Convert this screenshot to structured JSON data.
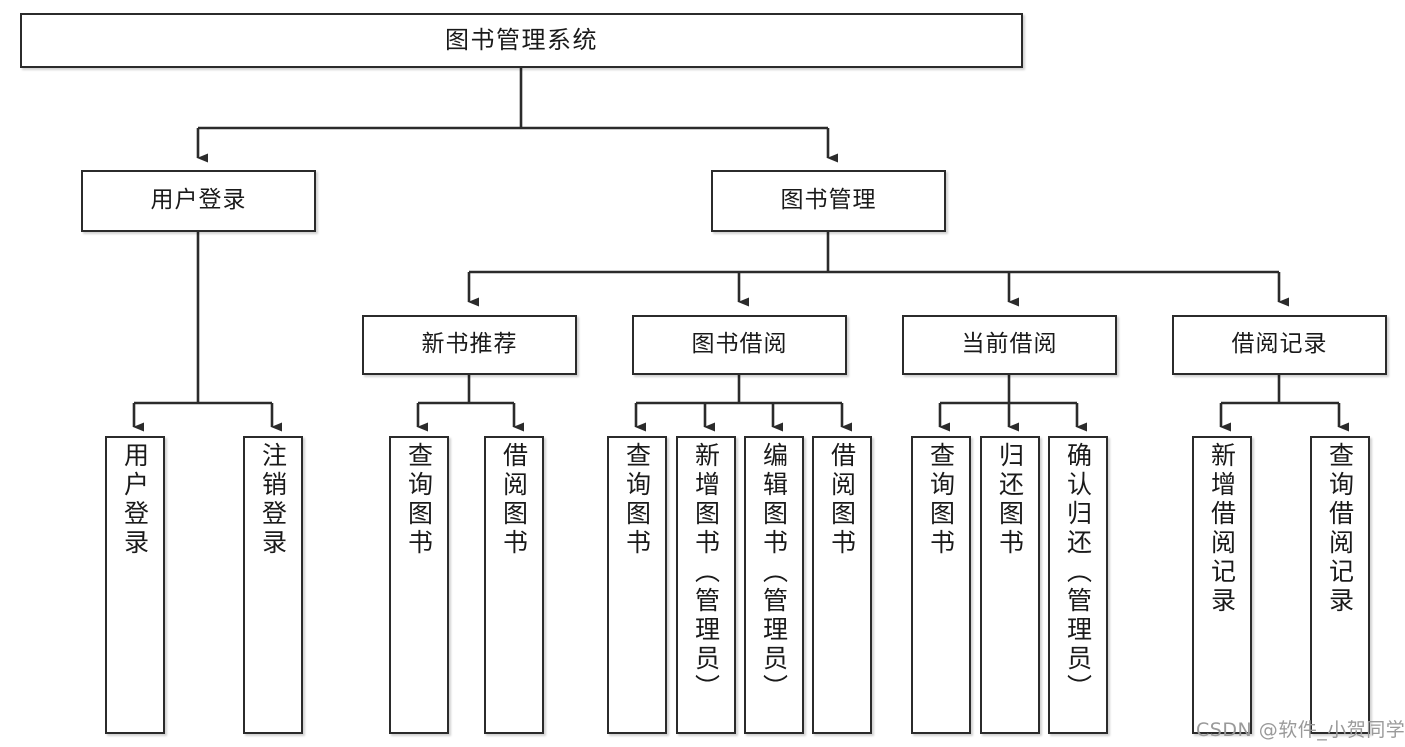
{
  "diagram": {
    "title": "图书管理系统",
    "type": "tree-hierarchy",
    "colors": {
      "box_border": "#2b2b2b",
      "box_fill": "#ffffff",
      "edge": "#2b2b2b",
      "text": "#1a1a1a",
      "watermark": "#9a9a9a"
    },
    "root": {
      "label": "图书管理系统"
    },
    "level2": [
      {
        "label": "用户登录"
      },
      {
        "label": "图书管理"
      }
    ],
    "level3": [
      {
        "label": "新书推荐"
      },
      {
        "label": "图书借阅"
      },
      {
        "label": "当前借阅"
      },
      {
        "label": "借阅记录"
      }
    ],
    "leaves": [
      {
        "label": "用户登录"
      },
      {
        "label": "注销登录"
      },
      {
        "label": "查询图书"
      },
      {
        "label": "借阅图书"
      },
      {
        "label": "查询图书"
      },
      {
        "label": "新增图书（管理员）"
      },
      {
        "label": "编辑图书（管理员）"
      },
      {
        "label": "借阅图书"
      },
      {
        "label": "查询图书"
      },
      {
        "label": "归还图书"
      },
      {
        "label": "确认归还（管理员）"
      },
      {
        "label": "新增借阅记录"
      },
      {
        "label": "查询借阅记录"
      }
    ]
  },
  "watermark": {
    "text": "CSDN @软件_小贺同学"
  }
}
